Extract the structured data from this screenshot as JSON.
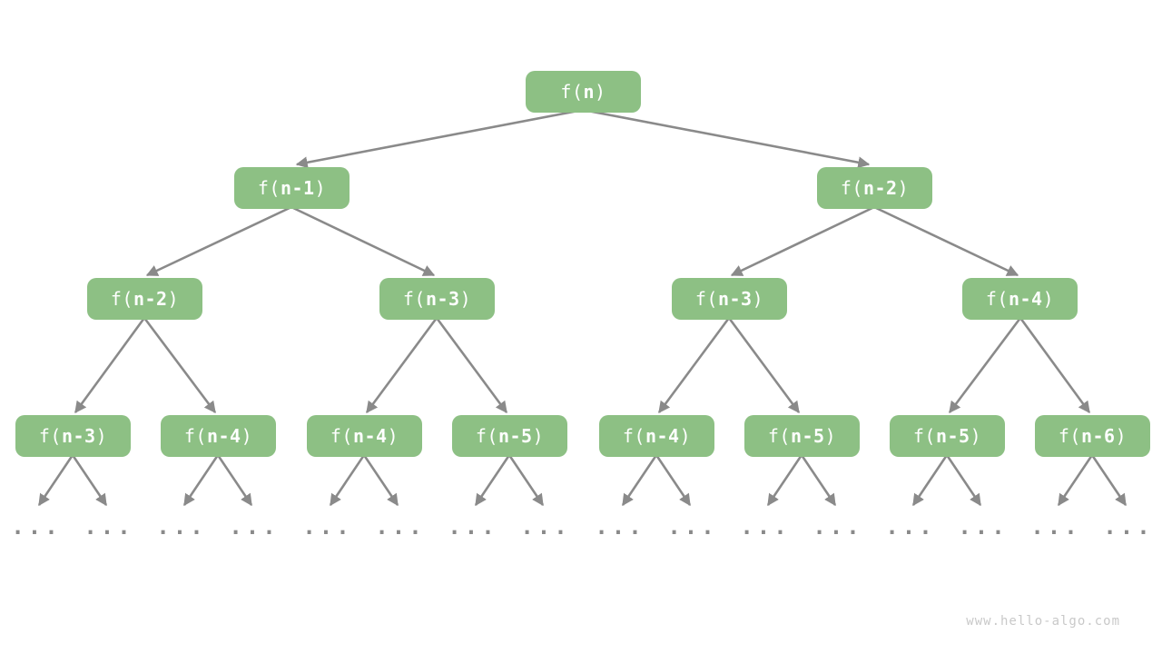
{
  "diagram": {
    "type": "recursion-tree",
    "node_prefix": "f(",
    "node_suffix": ")",
    "levels": [
      {
        "nodes": [
          {
            "arg": "n"
          }
        ]
      },
      {
        "nodes": [
          {
            "arg": "n-1"
          },
          {
            "arg": "n-2"
          }
        ]
      },
      {
        "nodes": [
          {
            "arg": "n-2"
          },
          {
            "arg": "n-3"
          },
          {
            "arg": "n-3"
          },
          {
            "arg": "n-4"
          }
        ]
      },
      {
        "nodes": [
          {
            "arg": "n-3"
          },
          {
            "arg": "n-4"
          },
          {
            "arg": "n-4"
          },
          {
            "arg": "n-5"
          },
          {
            "arg": "n-4"
          },
          {
            "arg": "n-5"
          },
          {
            "arg": "n-5"
          },
          {
            "arg": "n-6"
          }
        ]
      }
    ],
    "ellipsis": "...",
    "watermark": "www.hello-algo.com",
    "colors": {
      "node_bg": "#8DC084",
      "node_text": "#FFFFFF",
      "arrow": "#8A8A8A",
      "watermark_text": "#C9C9C9",
      "background": "#FFFFFF"
    }
  }
}
